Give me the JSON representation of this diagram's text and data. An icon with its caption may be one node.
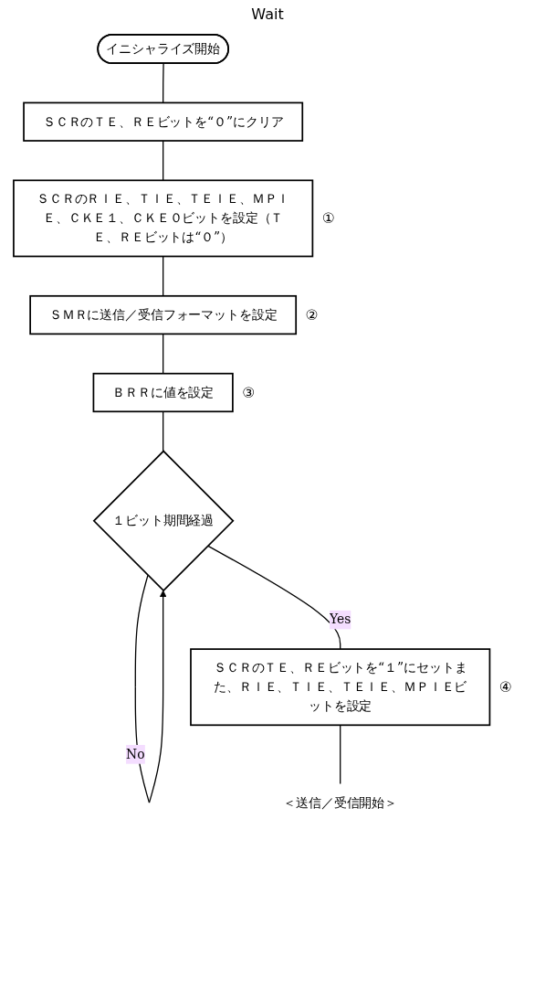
{
  "diagram": {
    "nodes": [
      {
        "text": [
          "イニシャライズ開始"
        ]
      },
      {
        "text": [
          "ＳＣＲのＴＥ、ＲＥビットを“０”にクリア"
        ]
      },
      {
        "text": [
          "ＳＣＲのＲＩＥ、ＴＩＥ、ＴＥＩＥ、ＭＰＩＥ、ＣＫＥ１、ＣＫＥ０ビットを設定（ＴＥ、ＲＥビットは“０”）"
        ],
        "beside": [
          "①"
        ]
      },
      {
        "text": [
          "ＳＭＲに送信／受信フォーマットを設定"
        ],
        "beside": [
          "②"
        ]
      },
      {
        "text": [
          "ＢＲＲに値を設定"
        ],
        "beside": [
          "③"
        ]
      },
      {
        "text": [
          "１ビット期間経過"
        ]
      },
      {
        "text": [
          "ＳＣＲのＴＥ、ＲＥビットを“１”にセットまた、ＲＩＥ、ＴＩＥ、ＴＥＩＥ、ＭＰＩＥビットを設定"
        ],
        "beside": [
          "④"
        ]
      },
      {
        "text": [
          "＜送信／受信開始＞"
        ]
      }
    ],
    "edges": [
      {
        "from": 0,
        "to": 1,
        "arrow": "none"
      },
      {
        "from": 1,
        "to": 2,
        "arrow": "none"
      },
      {
        "from": 2,
        "to": 3,
        "arrow": "none"
      },
      {
        "from": 3,
        "to": 4,
        "arrow": "none"
      },
      {
        "from": 4,
        "to": 5,
        "arrow": "none"
      },
      {
        "from": 5,
        "to": 5,
        "arrow": "to",
        "label": "No"
      },
      {
        "from": 5,
        "to": 6,
        "arrow": "none",
        "label": "Yes"
      },
      {
        "from": 6,
        "to": 7,
        "arrow": "none"
      }
    ],
    "labels": [
      "Wait"
    ]
  }
}
